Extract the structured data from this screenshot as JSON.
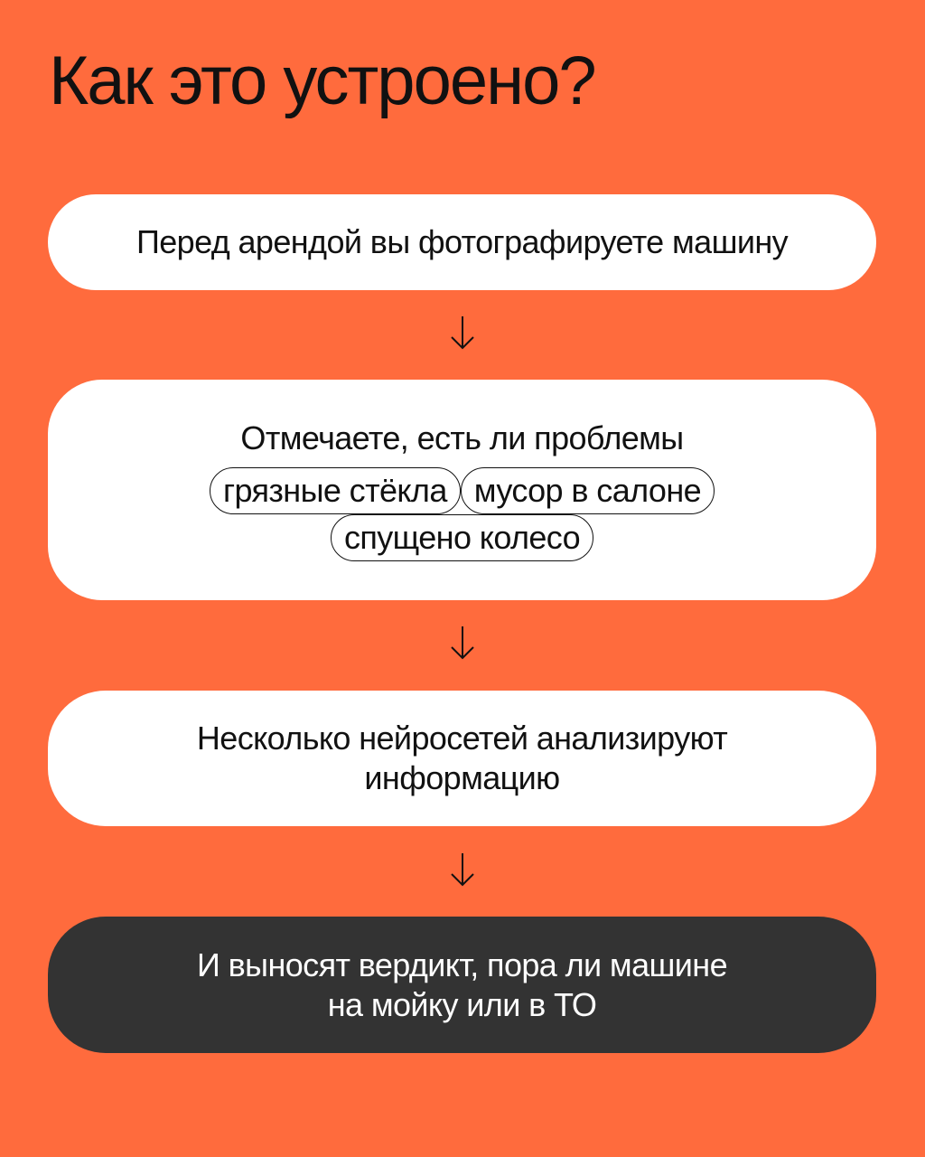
{
  "title": "Как это устроено?",
  "colors": {
    "background": "#FF6B3D",
    "card": "#FFFFFF",
    "final_card": "#333333"
  },
  "steps": [
    {
      "text": "Перед арендой вы фотографируете машину"
    },
    {
      "text": "Отмечаете, есть ли проблемы",
      "chips": [
        "грязные стёкла",
        "мусор в салоне",
        "спущено колесо"
      ]
    },
    {
      "line1": "Несколько нейросетей анализируют",
      "line2": "информацию"
    },
    {
      "line1": "И выносят вердикт, пора ли машине",
      "line2": "на мойку или в ТО"
    }
  ],
  "arrow_icon": "arrow-down-icon"
}
